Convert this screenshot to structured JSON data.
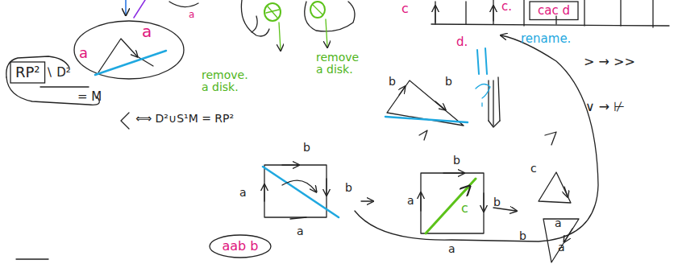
{
  "diagram": {
    "nodes": [
      {
        "text": [
          "RP²"
        ]
      },
      {
        "text": [
          "aab b"
        ]
      },
      {
        "text": [
          "cac d"
        ]
      }
    ],
    "labels": [
      "a",
      "a",
      "a",
      "∖ D²",
      "= M",
      "⟺ D²∪S¹M = RP²",
      "remove. a disk.",
      "remove a disk.",
      "c",
      "c.",
      "d.",
      "rename.",
      "> → >>",
      "∨ → ⊬",
      "b",
      "b",
      "b",
      "a",
      "b",
      "a",
      "b",
      "a",
      "c",
      "b",
      "a",
      "c",
      "b",
      "a",
      "a"
    ]
  }
}
